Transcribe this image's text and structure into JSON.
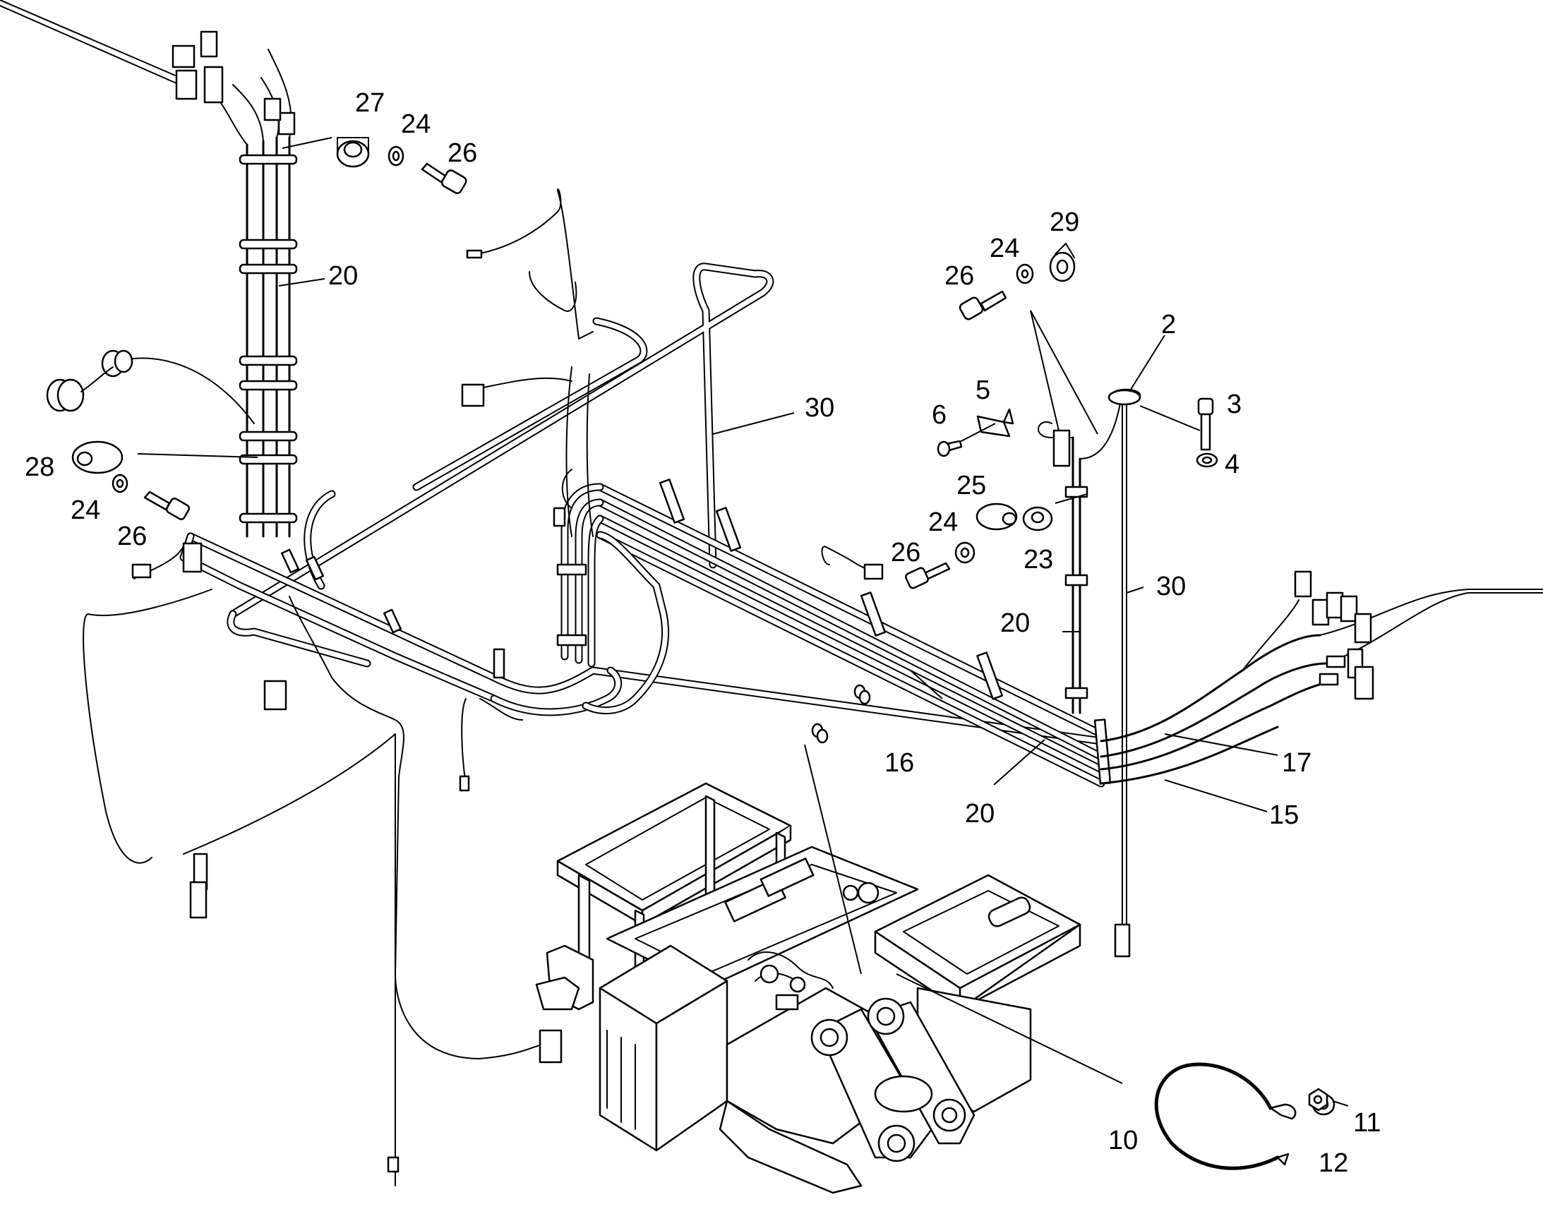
{
  "callouts": [
    {
      "id": "c27a",
      "text": "27"
    },
    {
      "id": "c24a",
      "text": "24"
    },
    {
      "id": "c26a",
      "text": "26"
    },
    {
      "id": "c20a",
      "text": "20"
    },
    {
      "id": "c28",
      "text": "28"
    },
    {
      "id": "c24b",
      "text": "24"
    },
    {
      "id": "c26b",
      "text": "26"
    },
    {
      "id": "c30a",
      "text": "30"
    },
    {
      "id": "c29",
      "text": "29"
    },
    {
      "id": "c24c",
      "text": "24"
    },
    {
      "id": "c26c",
      "text": "26"
    },
    {
      "id": "c2",
      "text": "2"
    },
    {
      "id": "c5",
      "text": "5"
    },
    {
      "id": "c6",
      "text": "6"
    },
    {
      "id": "c3",
      "text": "3"
    },
    {
      "id": "c4",
      "text": "4"
    },
    {
      "id": "c25",
      "text": "25"
    },
    {
      "id": "c24d",
      "text": "24"
    },
    {
      "id": "c26d",
      "text": "26"
    },
    {
      "id": "c23",
      "text": "23"
    },
    {
      "id": "c30b",
      "text": "30"
    },
    {
      "id": "c20b",
      "text": "20"
    },
    {
      "id": "c16",
      "text": "16"
    },
    {
      "id": "c17",
      "text": "17"
    },
    {
      "id": "c20c",
      "text": "20"
    },
    {
      "id": "c15",
      "text": "15"
    },
    {
      "id": "c10",
      "text": "10"
    },
    {
      "id": "c11",
      "text": "11"
    },
    {
      "id": "c12",
      "text": "12"
    }
  ]
}
